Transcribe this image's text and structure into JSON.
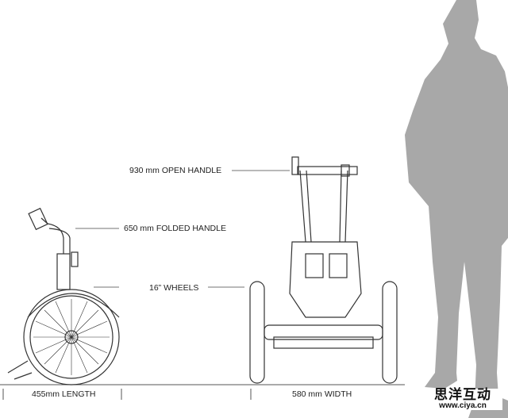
{
  "labels": {
    "open_handle": "930 mm OPEN HANDLE",
    "folded_handle": "650 mm FOLDED HANDLE",
    "wheels": "16” WHEELS",
    "length": "455mm LENGTH",
    "width": "580 mm WIDTH"
  },
  "watermark": {
    "title": "思洋互动",
    "url": "www.ciya.cn"
  },
  "colors": {
    "silhouette": "#a8a8a8",
    "line": "#555555"
  }
}
